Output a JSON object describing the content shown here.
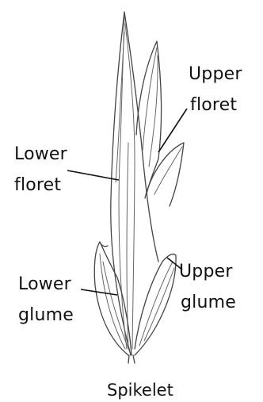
{
  "labels": {
    "upper_floret": {
      "line1": "Upper",
      "line2": "floret"
    },
    "lower_floret": {
      "line1": "Lower",
      "line2": "floret"
    },
    "lower_glume": {
      "line1": "Lower",
      "line2": "glume"
    },
    "upper_glume": {
      "line1": "Upper",
      "line2": "glume"
    }
  },
  "caption": "Spikelet"
}
